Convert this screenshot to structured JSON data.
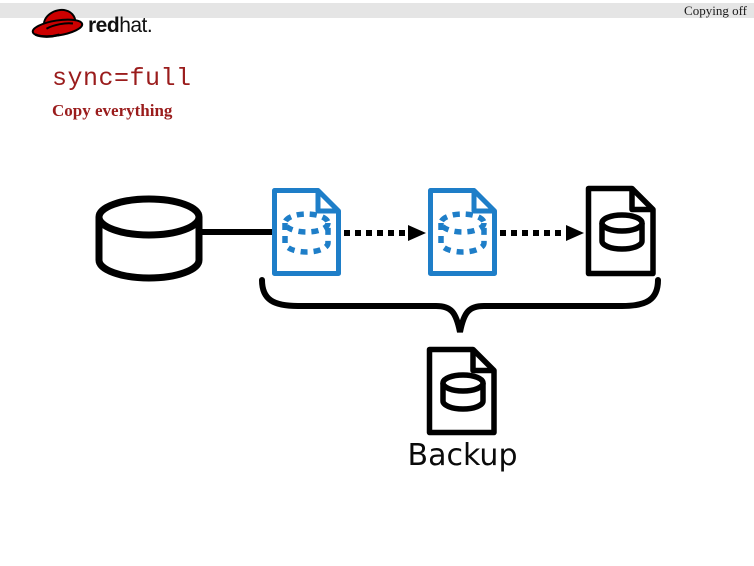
{
  "header": {
    "label": "Copying off",
    "bar_color": "#e5e5e5"
  },
  "logo": {
    "brand_primary": "red",
    "brand_secondary": "hat.",
    "hat_color": "#cc0000"
  },
  "title": {
    "heading": "sync=full",
    "subheading": "Copy everything",
    "color": "#9a1c1c"
  },
  "diagram": {
    "source_icon": "database-cylinder",
    "flow": [
      {
        "icon": "file-dashed-database",
        "style": "dashed-blue"
      },
      {
        "icon": "file-dashed-database",
        "style": "dashed-blue"
      },
      {
        "icon": "file-solid-database",
        "style": "solid-black"
      }
    ],
    "connector_styles": [
      "solid-line",
      "dotted-arrow",
      "dotted-arrow"
    ],
    "group_symbol": "curly-brace-down",
    "backup_icon": "file-solid-database",
    "backup_label": "Backup",
    "accent_blue": "#1e7ec8",
    "line_color": "#000000"
  }
}
